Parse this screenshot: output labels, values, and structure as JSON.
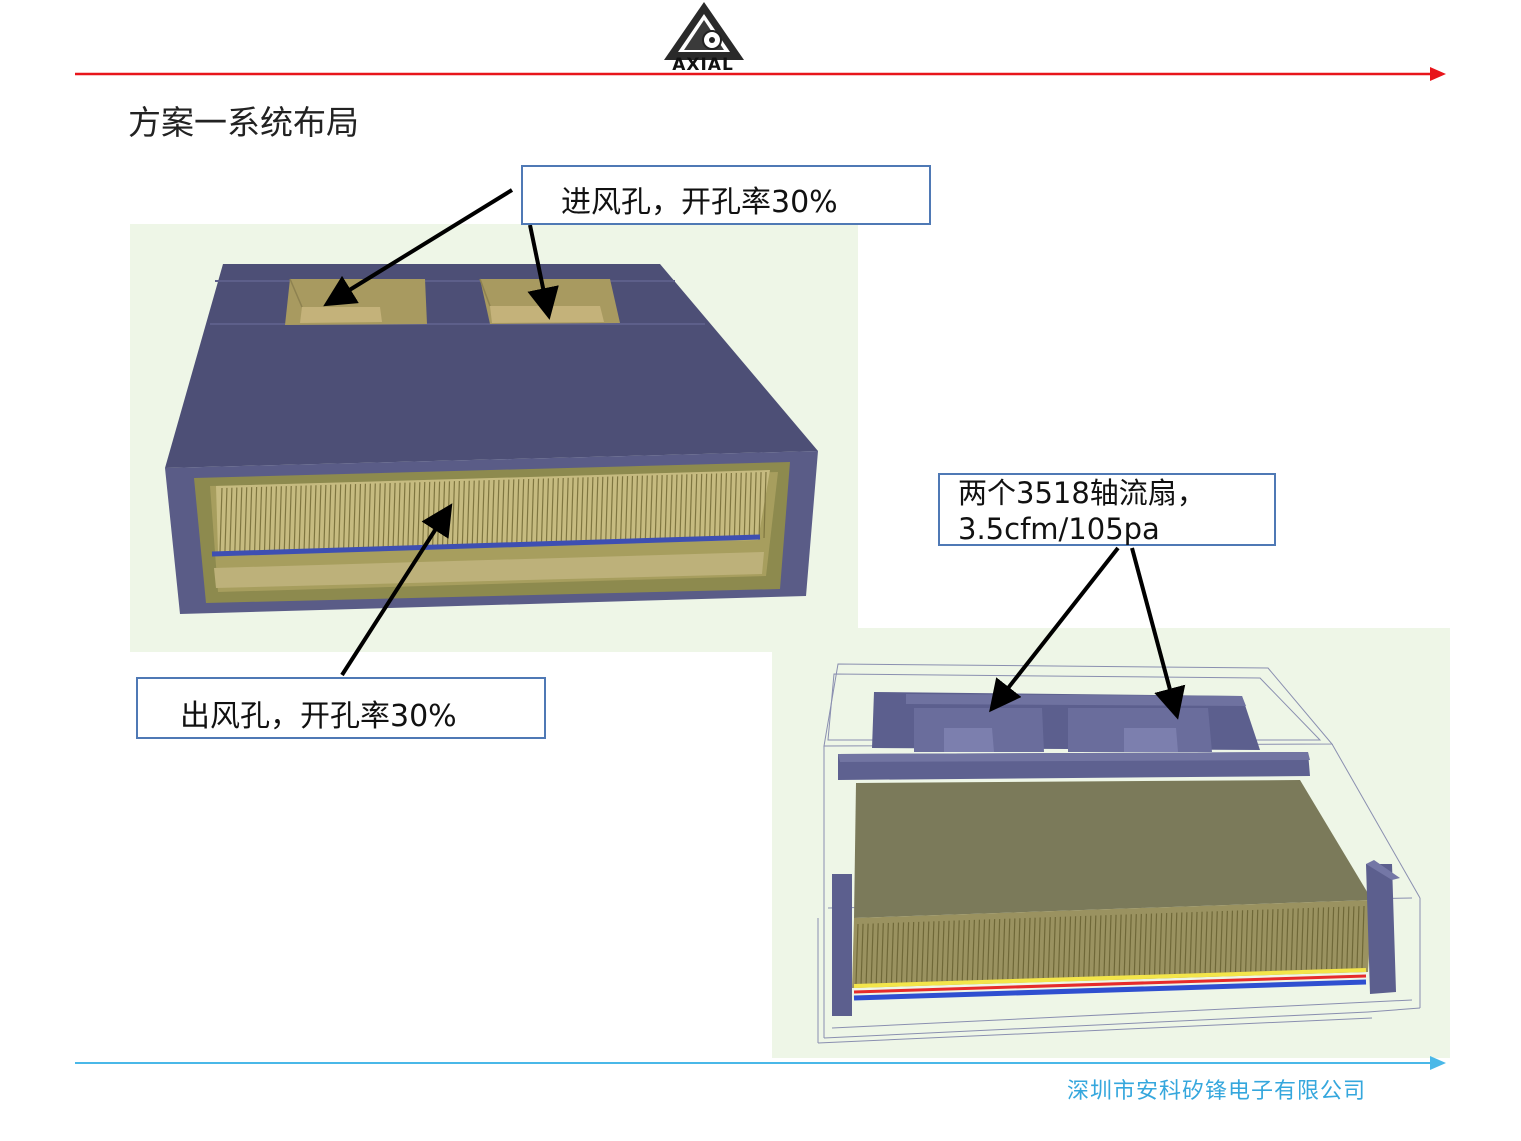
{
  "header": {
    "logo_text": "AXIAL",
    "title": "方案一系统布局"
  },
  "callouts": {
    "inlet": "进风孔，开孔率30%",
    "outlet": "出风孔，开孔率30%",
    "fan_line1": "两个3518轴流扇，",
    "fan_line2": "3.5cfm/105pa"
  },
  "footer": {
    "company": "深圳市安科矽锋电子有限公司"
  },
  "colors": {
    "top_rule": "#e8151b",
    "bottom_rule": "#4ab8e8",
    "enclosure": "#4e5078",
    "heatsink": "#a49a5a",
    "callout_border": "#4f79b5",
    "company_text": "#35a7dd"
  }
}
